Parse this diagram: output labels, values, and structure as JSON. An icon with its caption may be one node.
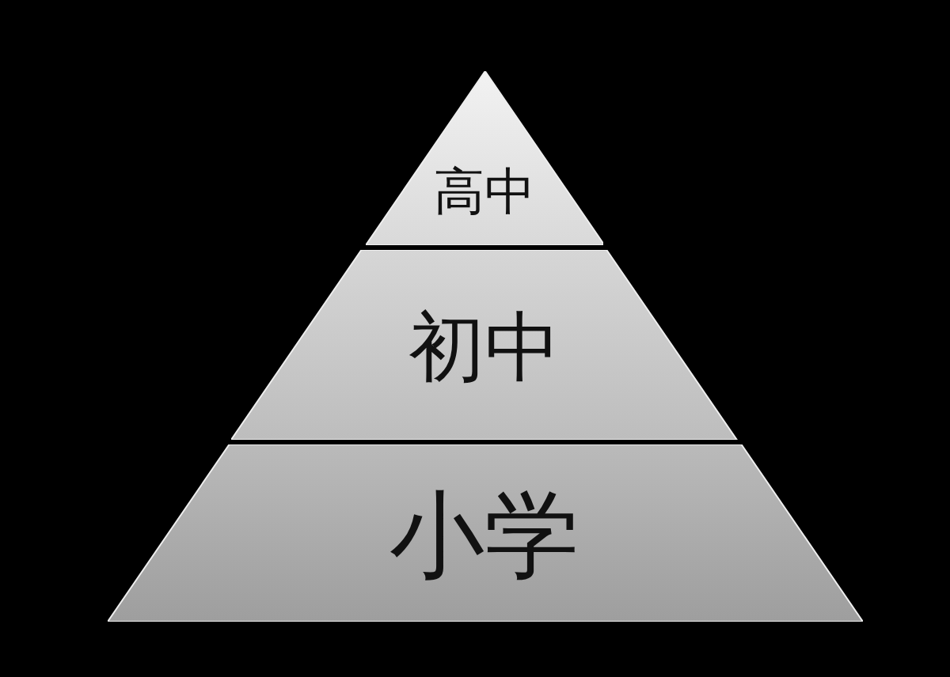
{
  "diagram": {
    "nodes": [
      {
        "text": [
          "高中"
        ]
      },
      {
        "text": [
          "初中"
        ]
      },
      {
        "text": [
          "小学"
        ]
      }
    ]
  }
}
